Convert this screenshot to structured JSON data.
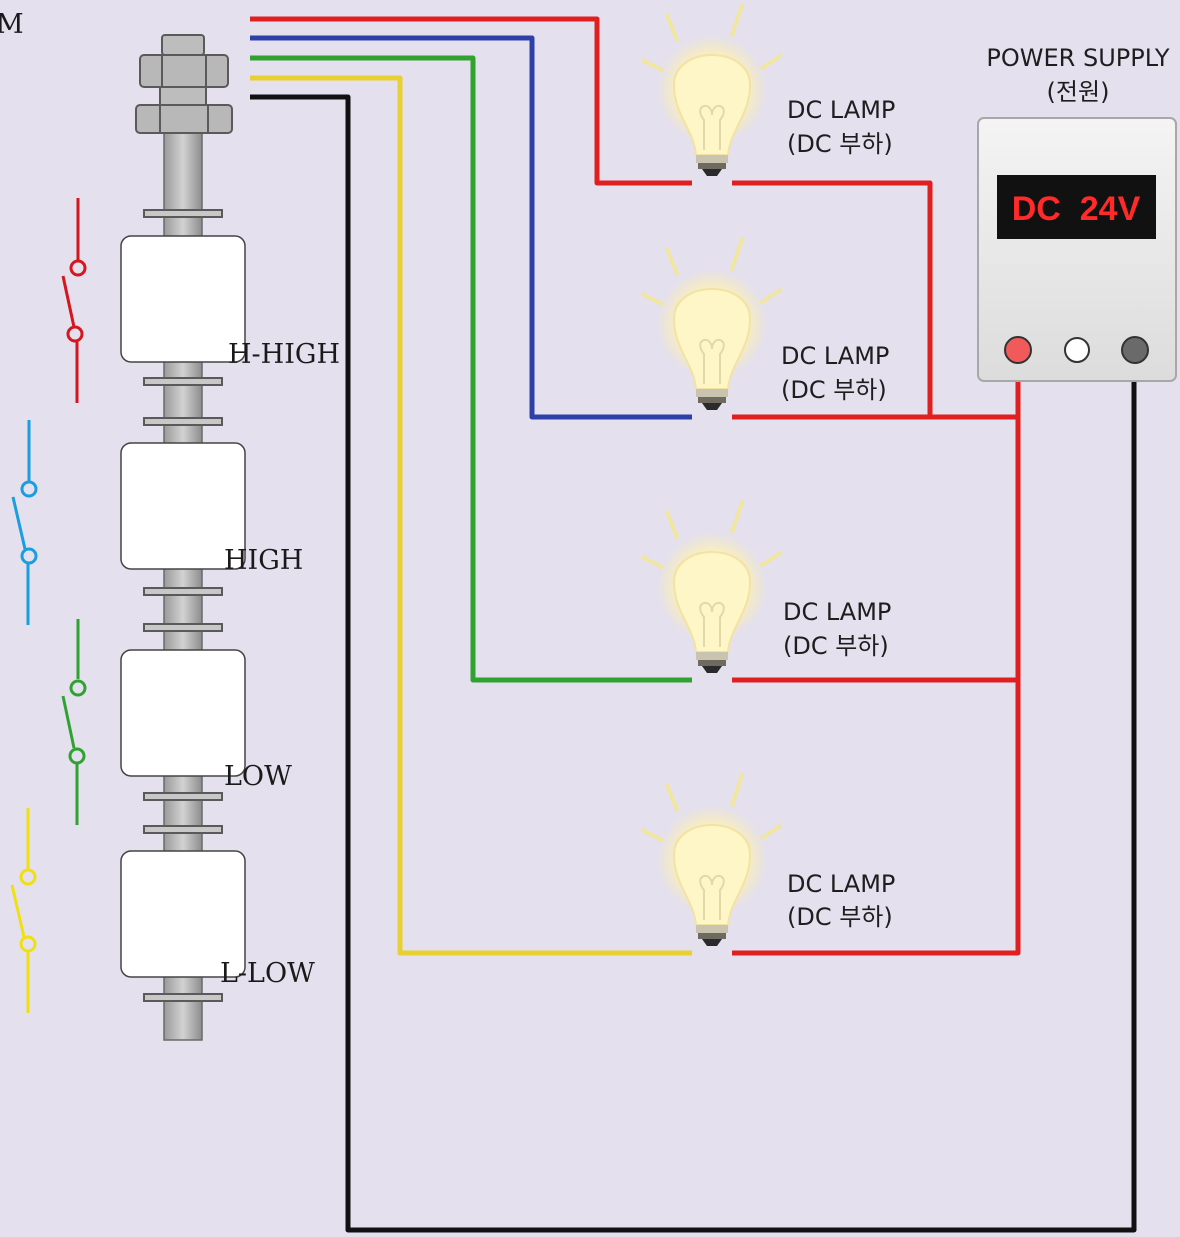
{
  "sensor": {
    "corner_label": "M",
    "float_labels": [
      "H-HIGH",
      "HIGH",
      "LOW",
      "L-LOW"
    ]
  },
  "lamps": [
    {
      "label": "DC LAMP",
      "sublabel": "(DC 부하)",
      "wire_color": "#e02020"
    },
    {
      "label": "DC LAMP",
      "sublabel": "(DC 부하)",
      "wire_color": "#2e3fa8"
    },
    {
      "label": "DC LAMP",
      "sublabel": "(DC 부하)",
      "wire_color": "#2fa22f"
    },
    {
      "label": "DC LAMP",
      "sublabel": "(DC 부하)",
      "wire_color": "#e8d030"
    }
  ],
  "power_supply": {
    "title": "POWER SUPPLY",
    "subtitle": "(전원)",
    "display": "DC  24V"
  },
  "colors": {
    "background": "#e4e0ee",
    "positive_wire": "#e02020",
    "common_wire": "#111111",
    "switch_colors": [
      "#d4161e",
      "#1a9ee0",
      "#2fa22f",
      "#f0e010"
    ],
    "display_bg": "#111111",
    "display_text": "#ff2a2a"
  }
}
